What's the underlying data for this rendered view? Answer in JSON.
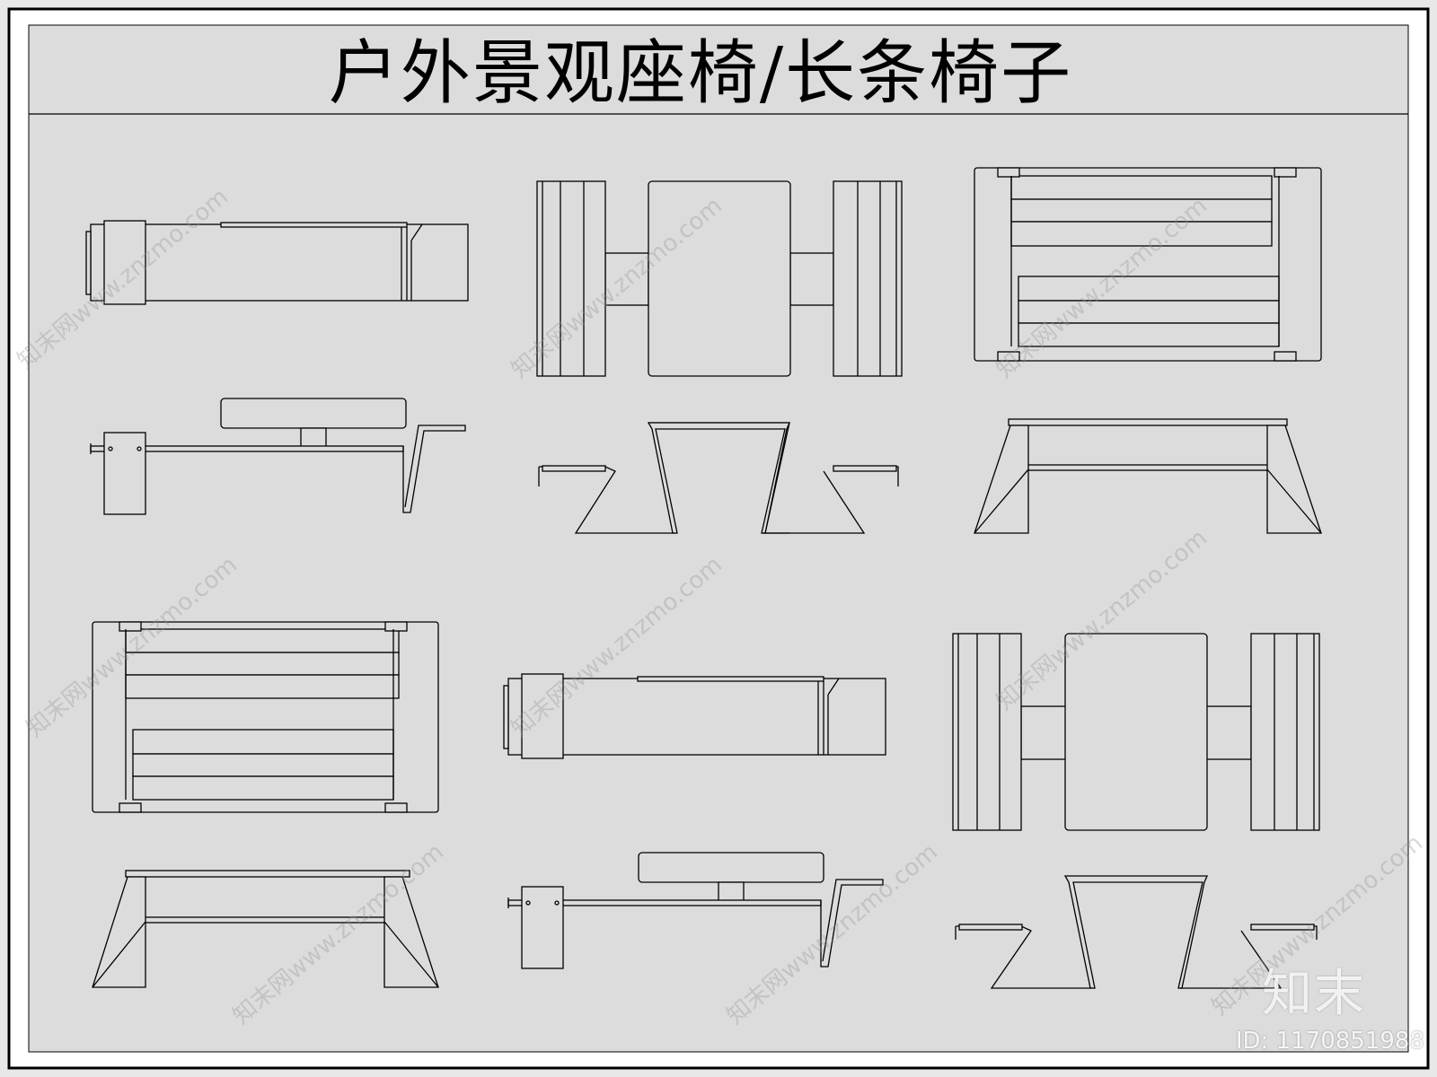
{
  "title": "户外景观座椅/长条椅子",
  "watermark_text": "知末网www.znzmo.com",
  "brand_mark": "知末",
  "image_id": "ID: 1170851988",
  "colors": {
    "background": "#e8e8e8",
    "line": "#000000",
    "fill": "#dcdcdc"
  }
}
